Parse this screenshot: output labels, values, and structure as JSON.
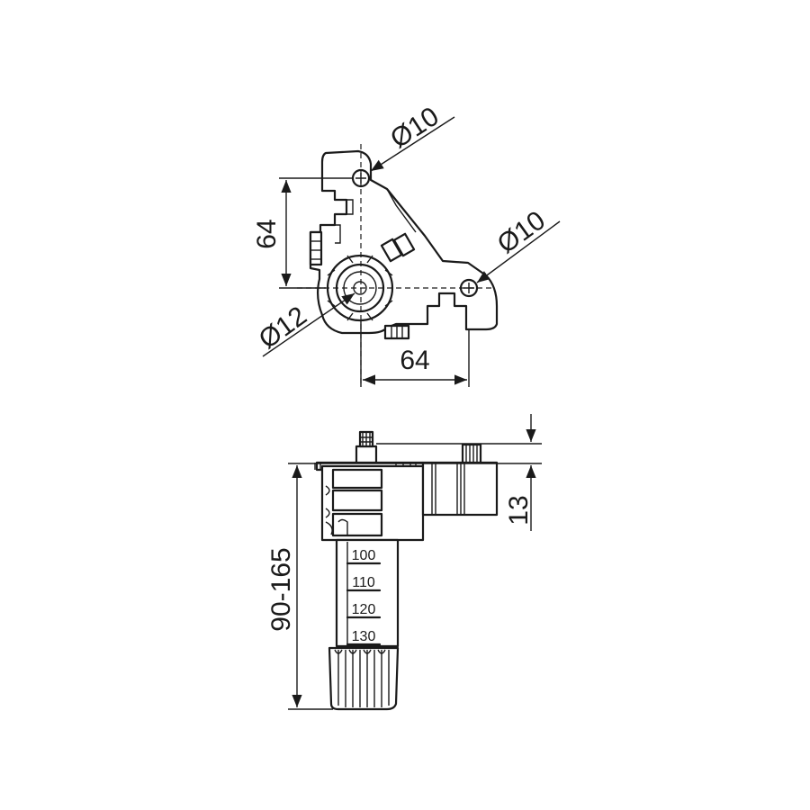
{
  "top_view": {
    "dia_upper": "Ø10",
    "dia_right": "Ø10",
    "dia_main": "Ø12",
    "dim_vertical": "64",
    "dim_horizontal": "64"
  },
  "side_view": {
    "dim_top": "13",
    "dim_height": "90-165",
    "scale_marks": [
      "100",
      "110",
      "120",
      "130"
    ]
  }
}
